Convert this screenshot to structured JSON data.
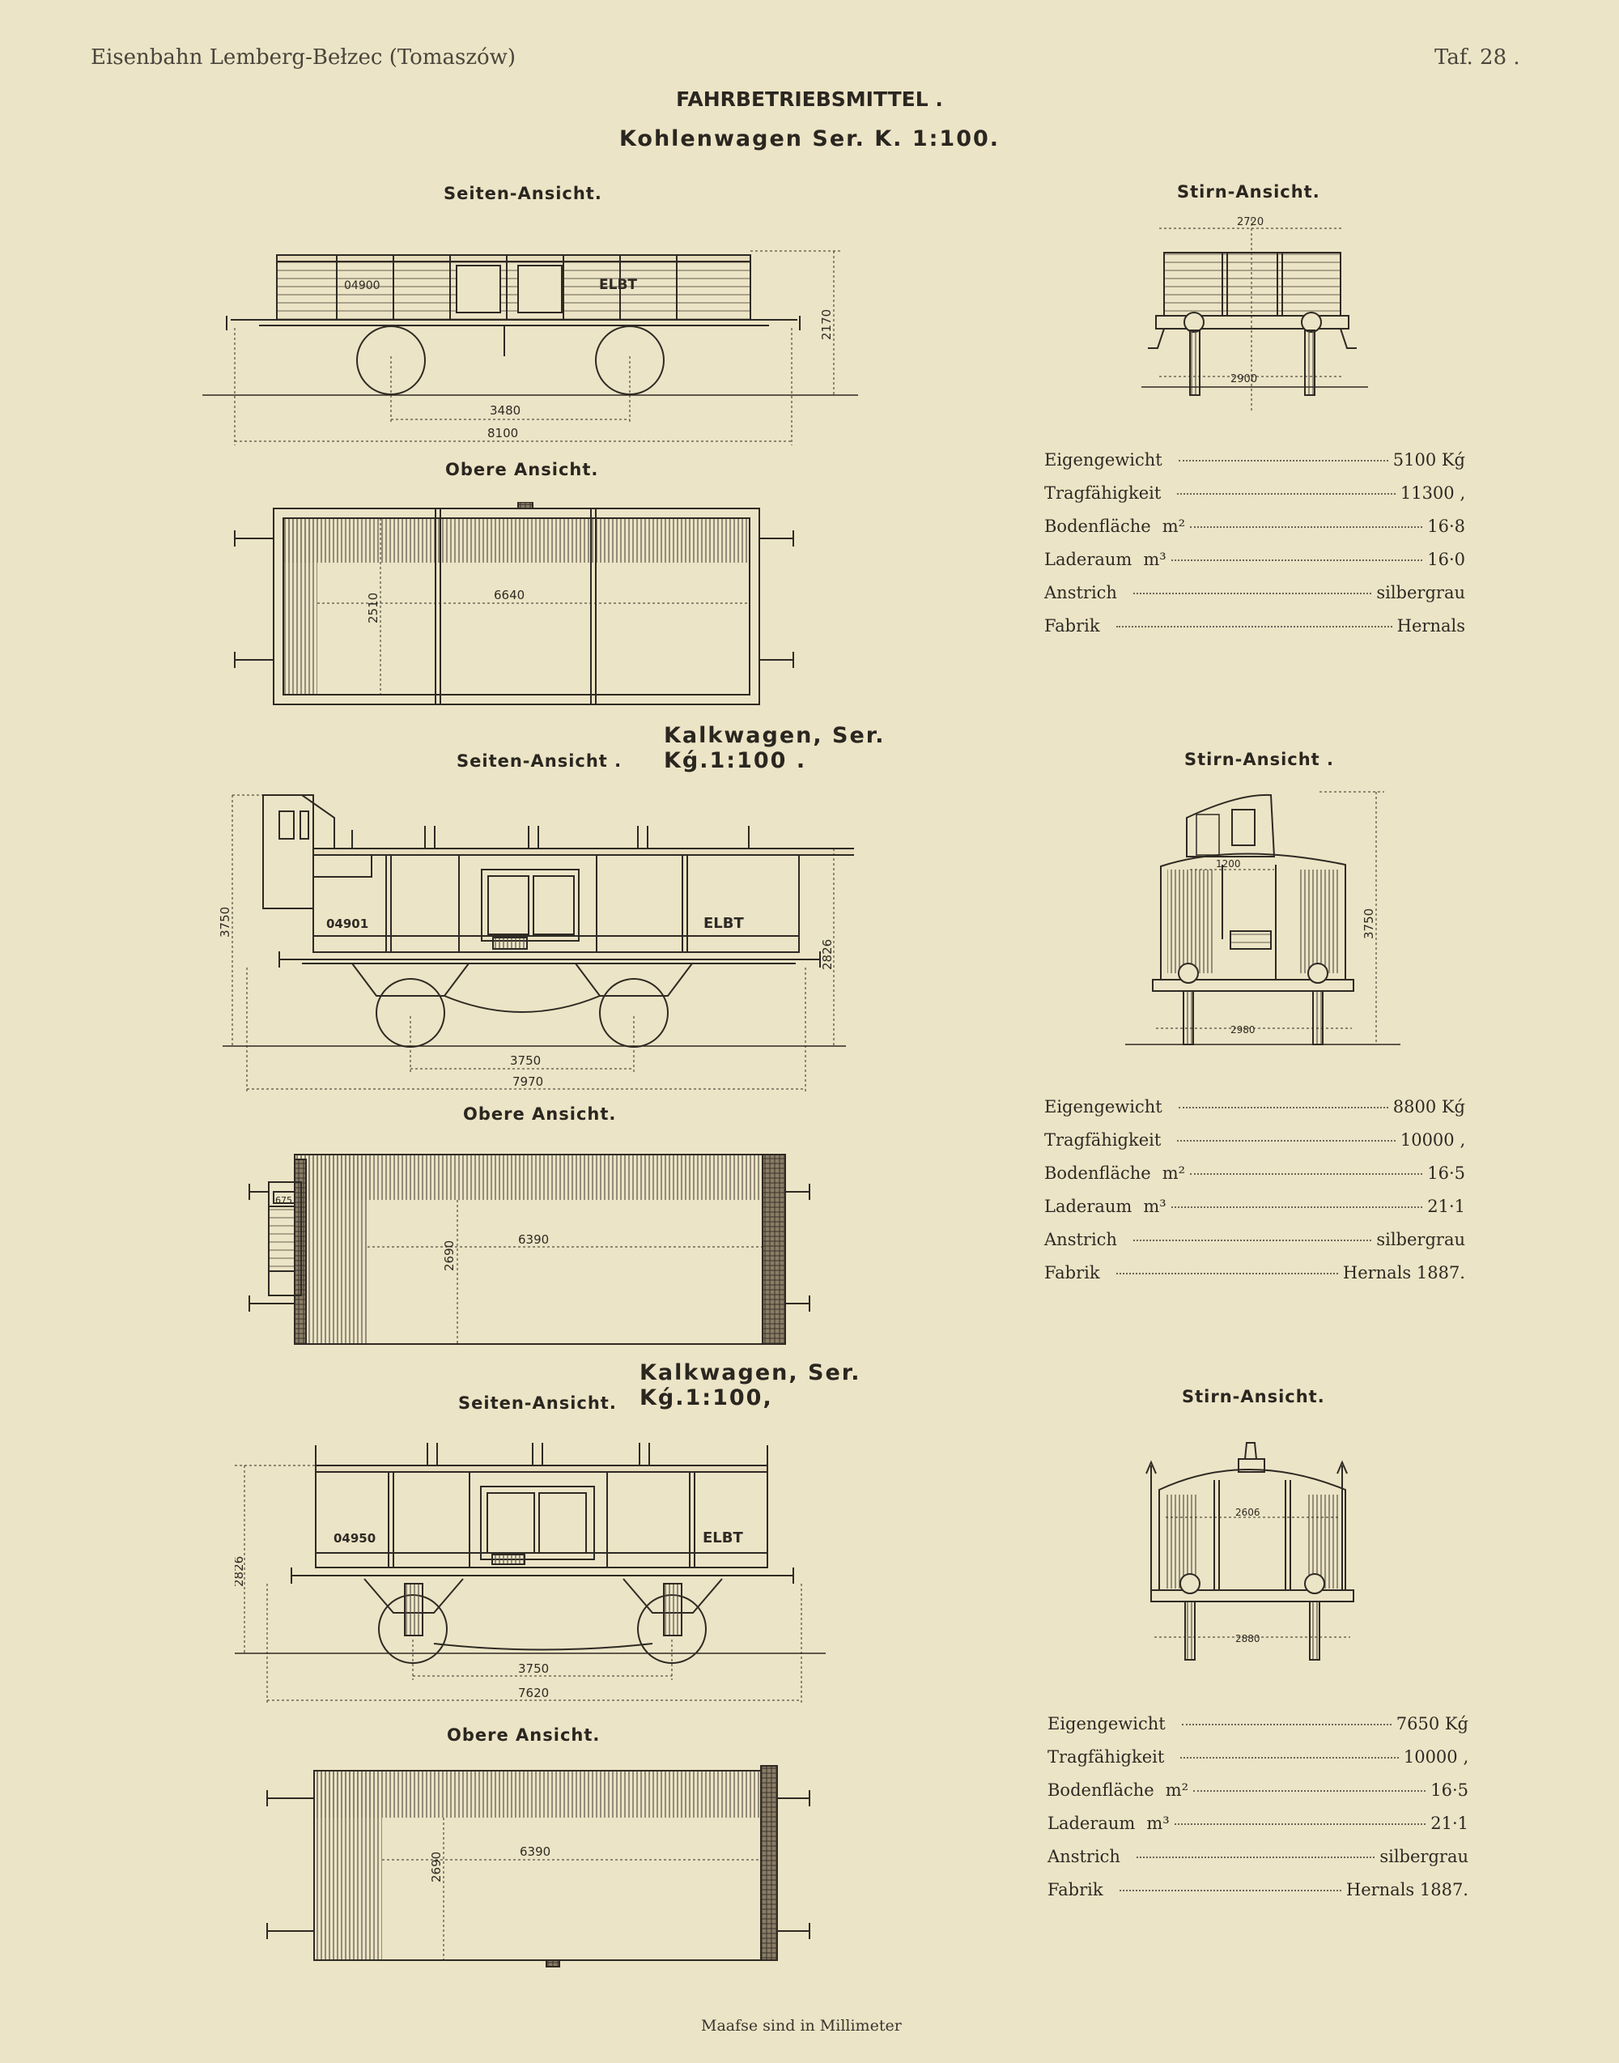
{
  "header": {
    "left": "Eisenbahn Lemberg-Bełzec (Tomaszów)",
    "right": "Taf. 28 .",
    "title": "FAHRBETRIEBSMITTEL ."
  },
  "sections": [
    {
      "title": "Kohlenwagen  Ser. K. 1:100.",
      "side_label": "Seiten-Ansicht.",
      "top_label": "Obere Ansicht.",
      "end_label": "Stirn-Ansicht.",
      "car_number": "04900",
      "car_mark": "ELBT",
      "dims": {
        "height": "2170",
        "wheelbase": "3480",
        "length": "8100",
        "inner_length": "6640",
        "inner_width": "2510",
        "end_width_top": "2720",
        "end_width_bottom": "2900"
      },
      "specs": [
        {
          "label": "Eigengewicht",
          "unit": "",
          "value": "5100 Kǵ"
        },
        {
          "label": "Tragfähigkeit",
          "unit": "",
          "value": "11300 ‚"
        },
        {
          "label": "Bodenfläche",
          "unit": "m²",
          "value": "16·8"
        },
        {
          "label": "Laderaum",
          "unit": "m³",
          "value": "16·0"
        },
        {
          "label": "Anstrich",
          "unit": "",
          "value": "silbergrau"
        },
        {
          "label": "Fabrik",
          "unit": "",
          "value": "Hernals"
        }
      ]
    },
    {
      "title": "Kalkwagen, Ser. Kǵ.1:100 .",
      "side_label": "Seiten-Ansicht .",
      "top_label": "Obere Ansicht.",
      "end_label": "Stirn-Ansicht .",
      "car_number": "04901",
      "car_mark": "ELBT",
      "dims": {
        "total_height": "3750",
        "height": "2826",
        "wheelbase": "3750",
        "length": "7970",
        "inner_length": "6390",
        "inner_width": "2690",
        "cab_width": "675",
        "end_cab_width": "1200",
        "end_height": "3750",
        "end_width_bottom": "2980"
      },
      "specs": [
        {
          "label": "Eigengewicht",
          "unit": "",
          "value": "8800 Kǵ"
        },
        {
          "label": "Tragfähigkeit",
          "unit": "",
          "value": "10000 ‚"
        },
        {
          "label": "Bodenfläche",
          "unit": "m²",
          "value": "16·5"
        },
        {
          "label": "Laderaum",
          "unit": "m³",
          "value": "21·1"
        },
        {
          "label": "Anstrich",
          "unit": "",
          "value": "silbergrau"
        },
        {
          "label": "Fabrik",
          "unit": "",
          "value": "Hernals 1887."
        }
      ]
    },
    {
      "title": "Kalkwagen, Ser. Kǵ.1:100,",
      "side_label": "Seiten-Ansicht.",
      "top_label": "Obere Ansicht.",
      "end_label": "Stirn-Ansicht.",
      "car_number": "04950",
      "car_mark": "ELBT",
      "dims": {
        "height": "2826",
        "wheelbase": "3750",
        "length": "7620",
        "inner_length": "6390",
        "inner_width": "2690",
        "end_width_top": "2606",
        "end_width_bottom": "2880"
      },
      "specs": [
        {
          "label": "Eigengewicht",
          "unit": "",
          "value": "7650 Kǵ"
        },
        {
          "label": "Tragfähigkeit",
          "unit": "",
          "value": "10000 ‚"
        },
        {
          "label": "Bodenfläche",
          "unit": "m²",
          "value": "16·5"
        },
        {
          "label": "Laderaum",
          "unit": "m³",
          "value": "21·1"
        },
        {
          "label": "Anstrich",
          "unit": "",
          "value": "silbergrau"
        },
        {
          "label": "Fabrik",
          "unit": "",
          "value": "Hernals 1887."
        }
      ]
    }
  ],
  "footer": "Maafse sind in Millimeter",
  "colors": {
    "paper": "#ece4c6",
    "ink": "#2e2a24"
  }
}
